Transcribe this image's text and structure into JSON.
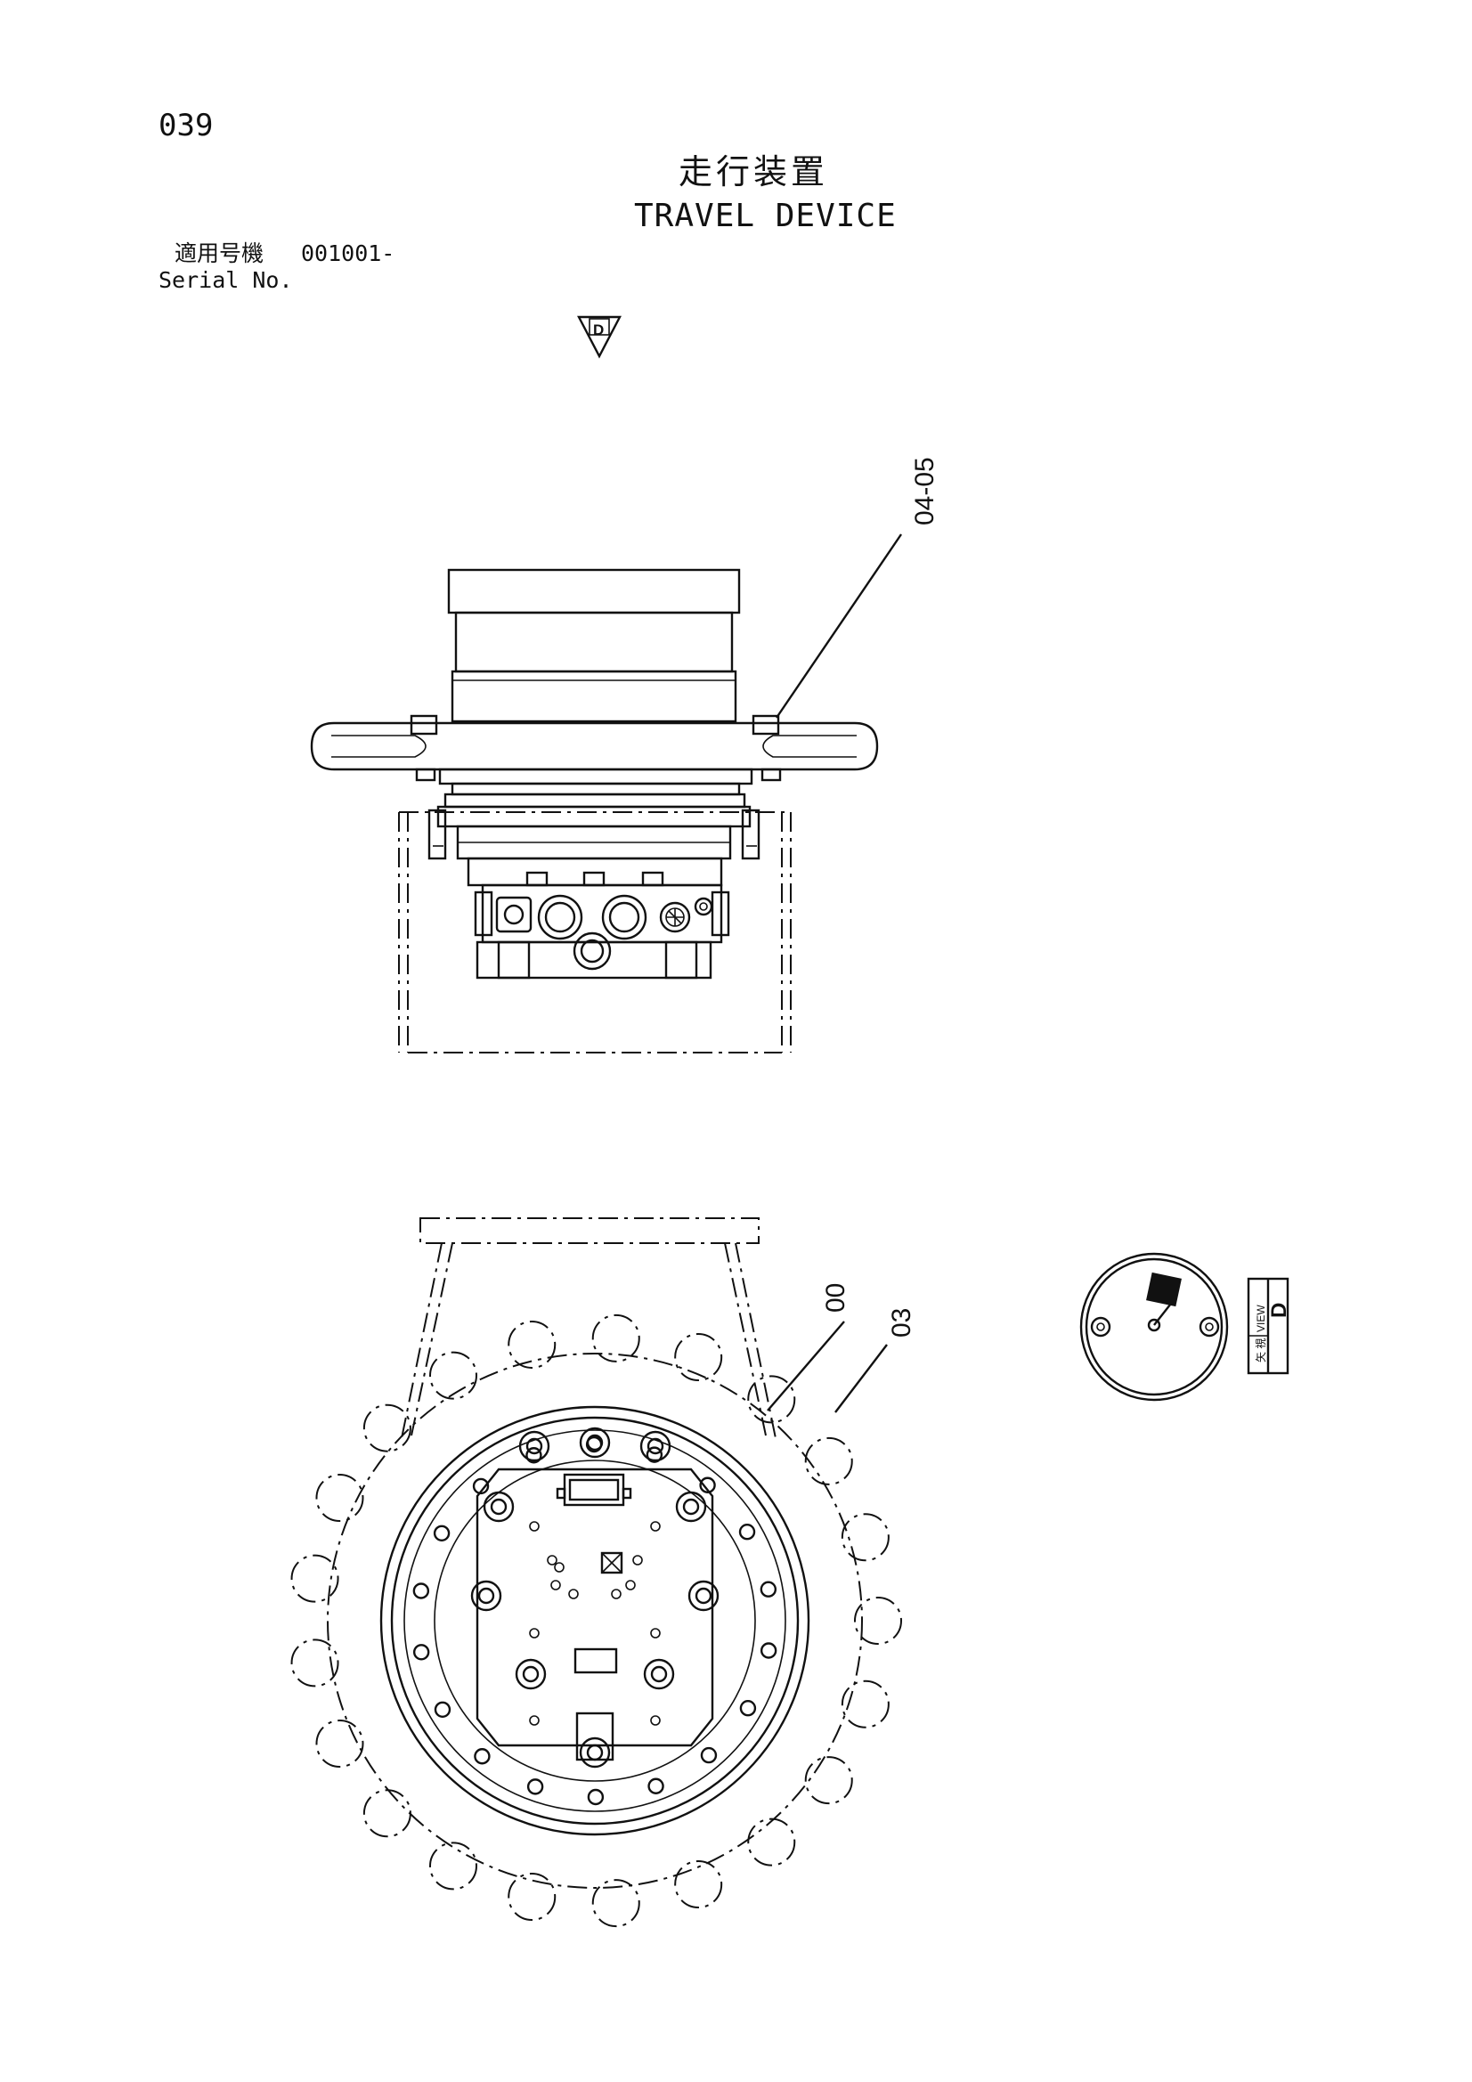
{
  "page_number": "039",
  "title_jp": "走行装置",
  "title_en": "TRAVEL DEVICE",
  "serial": {
    "label_jp": "適用号機",
    "value": "001001-",
    "label_en": "Serial No."
  },
  "view_arrow_letter": "D",
  "callouts": {
    "top_view": "04-05",
    "bottom_hub": "00",
    "bottom_sprocket": "03"
  },
  "view_label": {
    "jp": "矢 視",
    "en": "VIEW",
    "letter": "D"
  }
}
